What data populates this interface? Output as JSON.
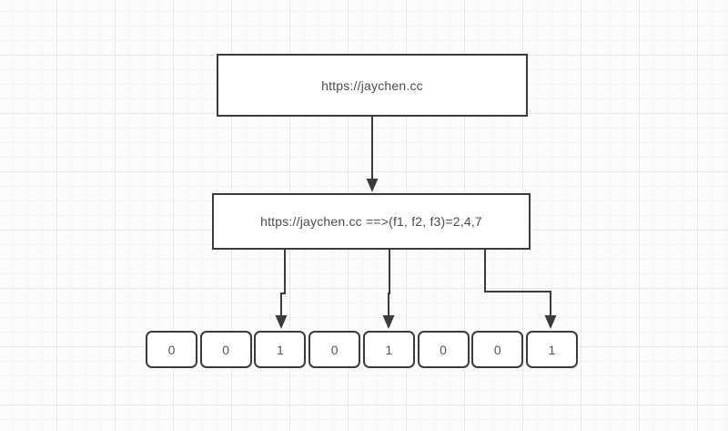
{
  "diagram": {
    "title_hint": "bloom-filter-hash-diagram",
    "colors": {
      "stroke": "#3b3b3b",
      "text": "#4c4c4c",
      "node_fill": "#ffffff",
      "grid_minor": "#f3f3f6",
      "grid_major": "#e7e7ea",
      "background": "#fcfcfd"
    },
    "nodes": {
      "url_box": {
        "label": "https://jaychen.cc"
      },
      "hash_box": {
        "label": "https://jaychen.cc ==>(f1, f2, f3)=2,4,7"
      }
    },
    "bit_array": {
      "cells": [
        "0",
        "0",
        "1",
        "0",
        "1",
        "0",
        "0",
        "1"
      ]
    }
  }
}
